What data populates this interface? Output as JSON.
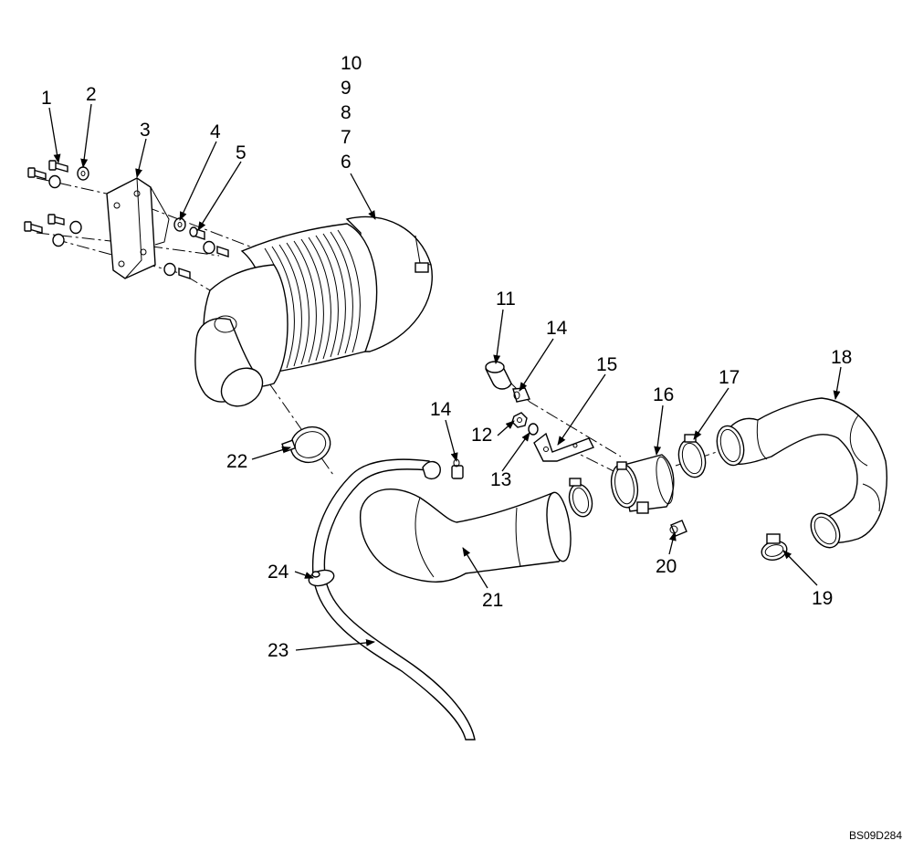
{
  "diagram": {
    "reference_code": "BS09D284",
    "callouts": {
      "c1": "1",
      "c2": "2",
      "c3": "3",
      "c4": "4",
      "c5": "5",
      "c6": "6",
      "c7": "7",
      "c8": "8",
      "c9": "9",
      "c10": "10",
      "c11": "11",
      "c12": "12",
      "c13": "13",
      "c14a": "14",
      "c14b": "14",
      "c15": "15",
      "c16": "16",
      "c17": "17",
      "c18": "18",
      "c19": "19",
      "c20": "20",
      "c21": "21",
      "c22": "22",
      "c23": "23",
      "c24": "24"
    }
  }
}
